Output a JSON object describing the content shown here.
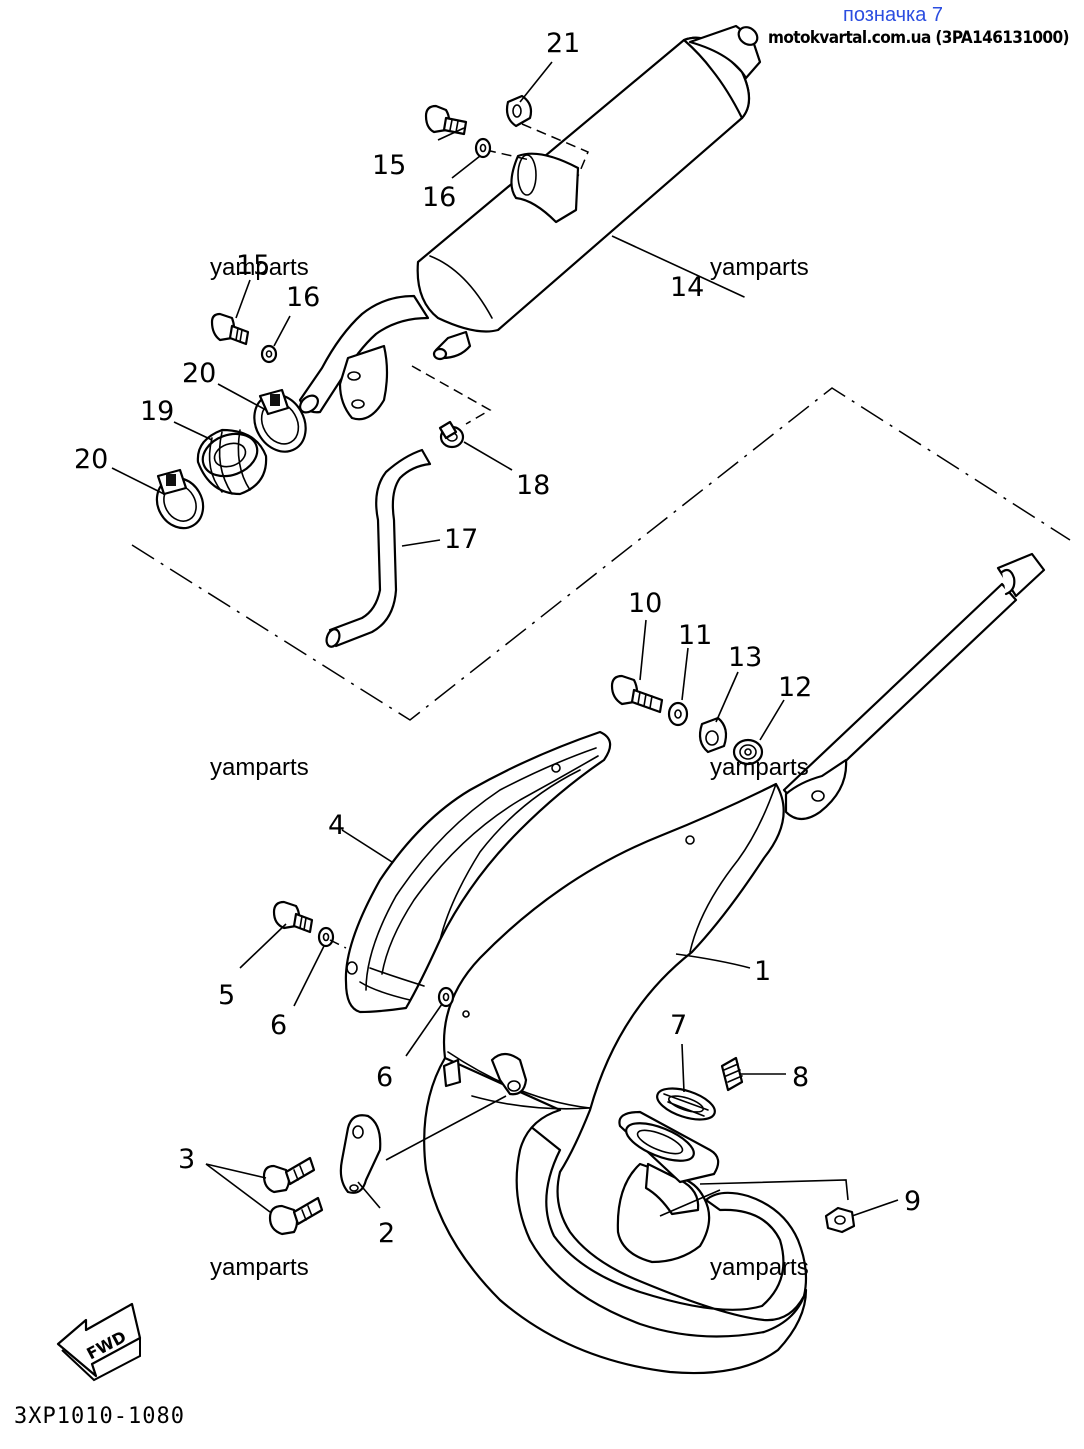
{
  "header": {
    "label": "позначка 7",
    "source": "motokvartal.com.ua (3PA146131000)"
  },
  "diagram_code": "3XP1010-1080",
  "watermark": "yamparts",
  "fwd_label": "FWD",
  "callouts": {
    "n1": "1",
    "n2": "2",
    "n3": "3",
    "n4": "4",
    "n5": "5",
    "n6a": "6",
    "n6b": "6",
    "n7": "7",
    "n8": "8",
    "n9": "9",
    "n10": "10",
    "n11": "11",
    "n12": "12",
    "n13": "13",
    "n14": "14",
    "n15a": "15",
    "n15b": "15",
    "n16a": "16",
    "n16b": "16",
    "n17": "17",
    "n18": "18",
    "n19": "19",
    "n20a": "20",
    "n20b": "20",
    "n21": "21"
  }
}
